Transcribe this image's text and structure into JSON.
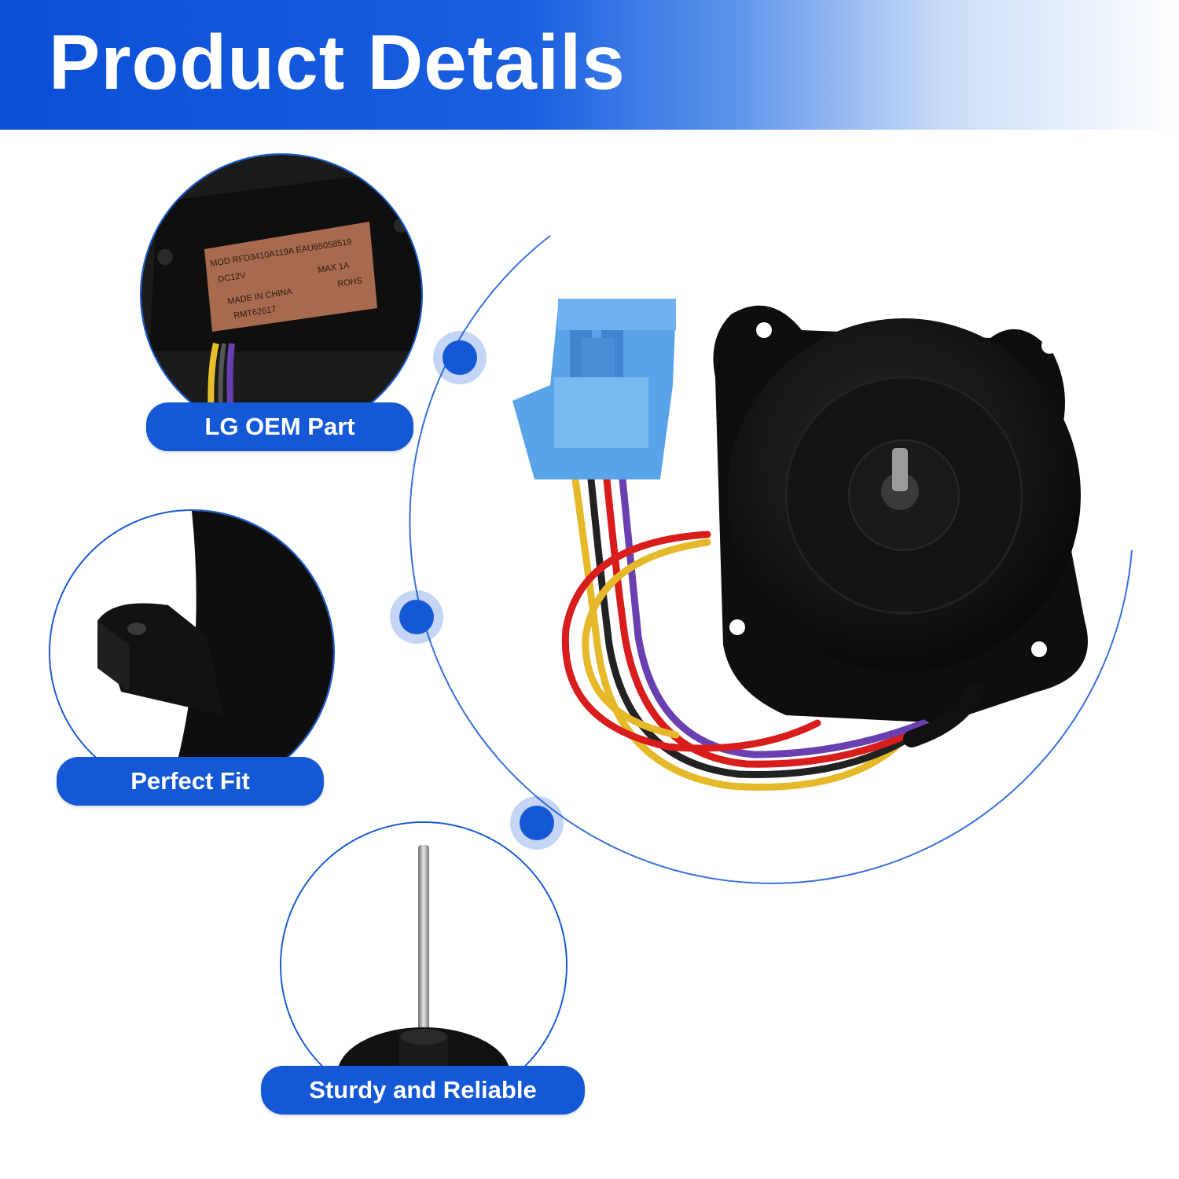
{
  "header": {
    "title": "Product Details"
  },
  "labels": {
    "oem": "LG OEM Part",
    "fit": "Perfect Fit",
    "sturdy": "Sturdy and Reliable"
  },
  "motor_label": {
    "line1": "MOD RFD3410A119A EAU65058519",
    "line2": "DC12V",
    "line3": "MAX 1A",
    "line4": "MADE IN CHINA",
    "line5": "ROHS",
    "line6": "RMT62617"
  },
  "colors": {
    "accent": "#1458d6",
    "connector": "#5aa3e8",
    "motor": "#111111"
  }
}
